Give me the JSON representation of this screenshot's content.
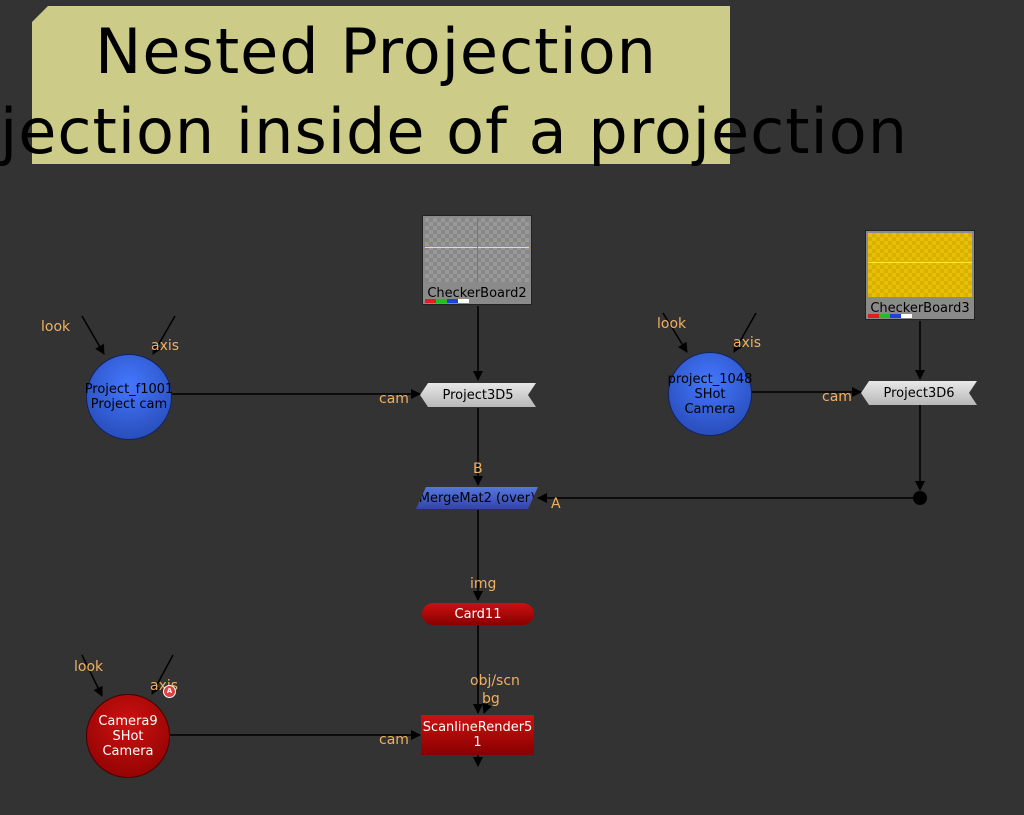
{
  "backdrop": {
    "title_line1": "Nested Projection",
    "title_line2": "jection inside of a projection"
  },
  "nodes": {
    "checker2": {
      "label": "CheckerBoard2"
    },
    "checker3": {
      "label": "CheckerBoard3"
    },
    "cam_project_f1001": {
      "line1": "Project_f1001",
      "line2": "Project cam"
    },
    "cam_project_1048": {
      "line1": "project_1048",
      "line2": "SHot Camera"
    },
    "cam_camera9": {
      "line1": "Camera9",
      "line2": "SHot Camera"
    },
    "project3d5": {
      "label": "Project3D5"
    },
    "project3d6": {
      "label": "Project3D6"
    },
    "mergemat2": {
      "label": "MergeMat2 (over)"
    },
    "card11": {
      "label": "Card11"
    },
    "scanline": {
      "line1": "ScanlineRender5",
      "line2": "1"
    }
  },
  "pipes": {
    "look": "look",
    "axis": "axis",
    "cam": "cam",
    "b": "B",
    "a": "A",
    "img": "img",
    "objscn": "obj/scn",
    "bg": "bg"
  },
  "icons": {
    "axis_badge": "A"
  },
  "colors": {
    "background": "#333333",
    "backdrop": "#cccc88",
    "pipe_label": "#f0b060",
    "camera_blue": "#3355dd",
    "camera_red": "#aa0000"
  }
}
